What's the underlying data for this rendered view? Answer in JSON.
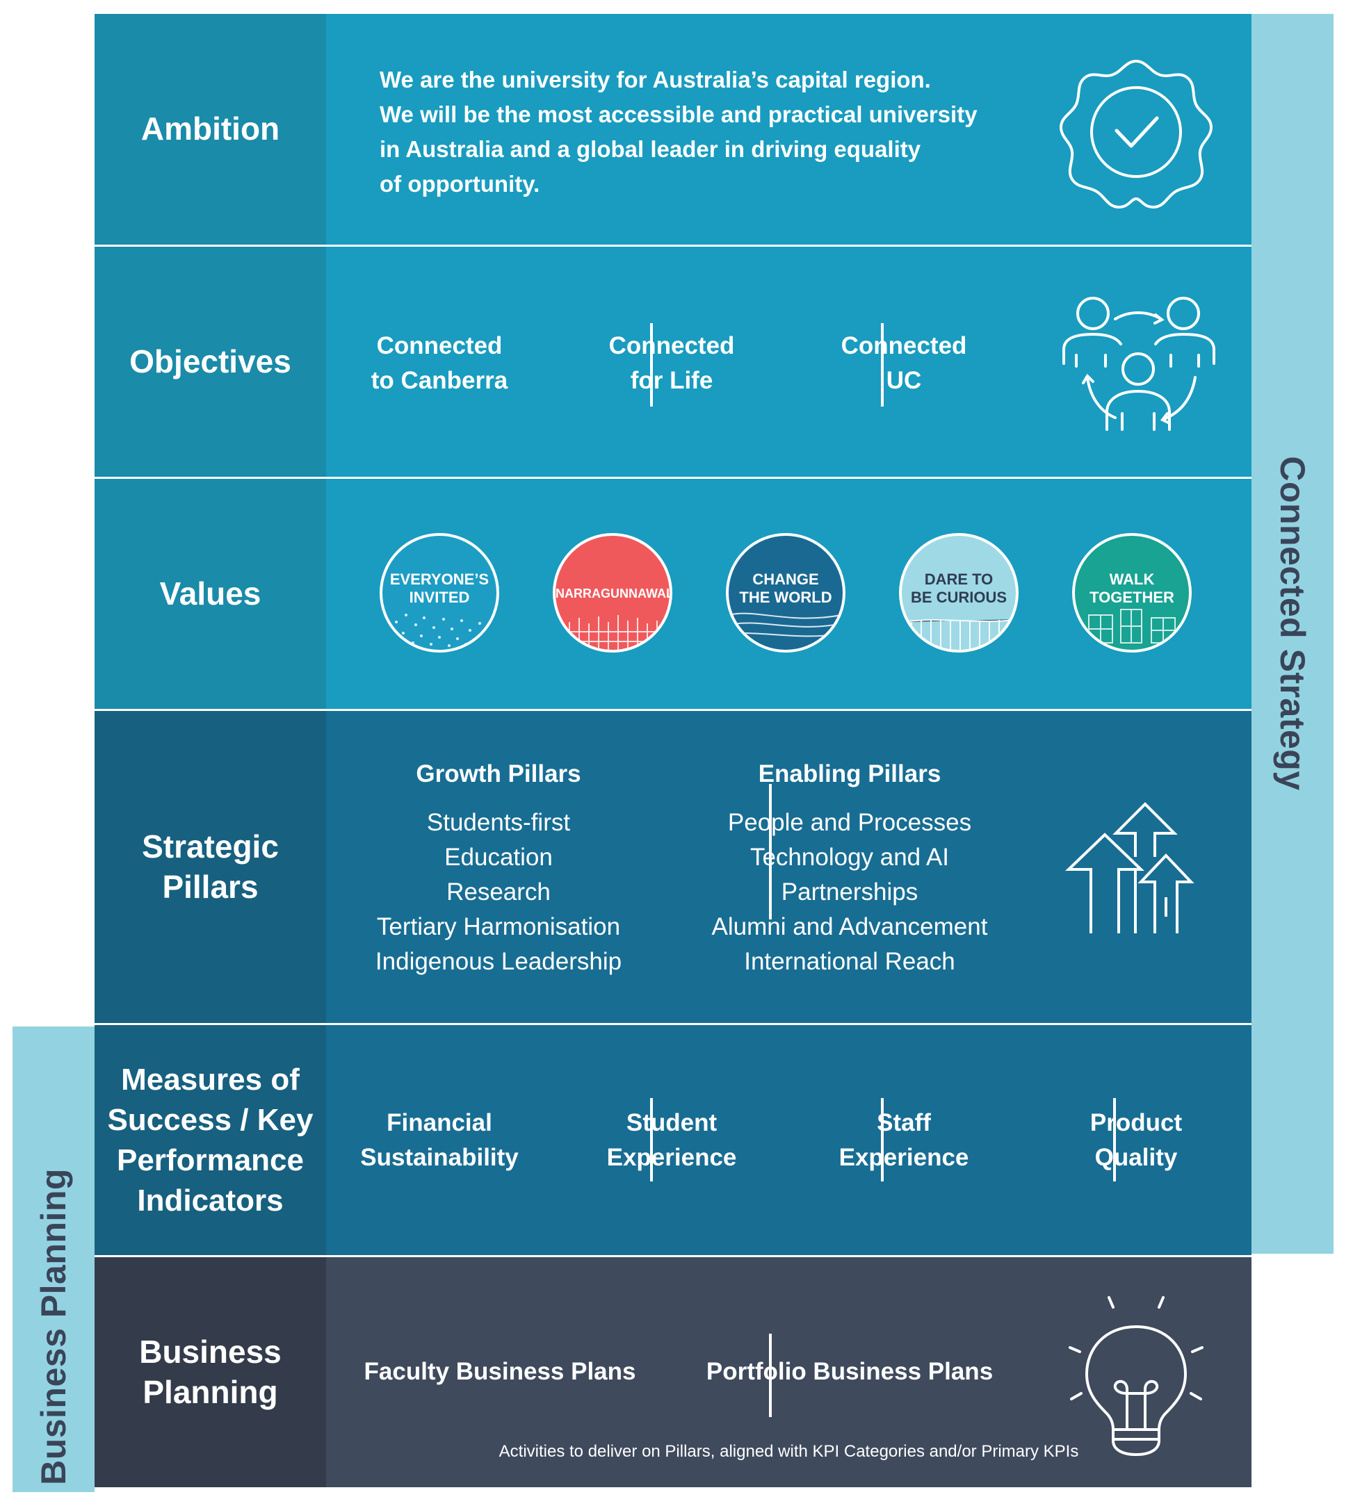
{
  "side_bands": {
    "connected_strategy": "Connected Strategy",
    "business_planning": "Business Planning"
  },
  "rows": {
    "ambition": {
      "label": "Ambition",
      "lines": [
        "We are the university for Australia’s capital region.",
        "We will be the most accessible and practical university",
        "in Australia and a global leader in driving equality",
        "of opportunity."
      ]
    },
    "objectives": {
      "label": "Objectives",
      "items": [
        {
          "line1": "Connected",
          "line2": "to Canberra"
        },
        {
          "line1": "Connected",
          "line2": "for Life"
        },
        {
          "line1": "Connected",
          "line2": "UC"
        }
      ]
    },
    "values": {
      "label": "Values",
      "items": [
        {
          "line1": "EVERYONE’S",
          "line2": "INVITED",
          "color": "#1d9dc4"
        },
        {
          "line1": "NARRAGUNNAWALI",
          "line2": "",
          "color": "#f0595c"
        },
        {
          "line1": "CHANGE",
          "line2": "THE WORLD",
          "color": "#1a6993"
        },
        {
          "line1": "DARE TO",
          "line2": "BE CURIOUS",
          "color": "#9fd9e6"
        },
        {
          "line1": "WALK",
          "line2": "TOGETHER",
          "color": "#18a393"
        }
      ]
    },
    "pillars": {
      "label_line1": "Strategic",
      "label_line2": "Pillars",
      "growth": {
        "title": "Growth Pillars",
        "items": [
          "Students-first",
          "Education",
          "Research",
          "Tertiary Harmonisation",
          "Indigenous Leadership"
        ]
      },
      "enabling": {
        "title": "Enabling Pillars",
        "items": [
          "People and Processes",
          "Technology and AI",
          "Partnerships",
          "Alumni and Advancement",
          "International Reach"
        ]
      }
    },
    "kpi": {
      "label_lines": [
        "Measures of",
        "Success / Key",
        "Performance",
        "Indicators"
      ],
      "items": [
        {
          "line1": "Financial",
          "line2": "Sustainability"
        },
        {
          "line1": "Student",
          "line2": "Experience"
        },
        {
          "line1": "Staff",
          "line2": "Experience"
        },
        {
          "line1": "Product",
          "line2": "Quality"
        }
      ]
    },
    "business": {
      "label_line1": "Business",
      "label_line2": "Planning",
      "items": [
        "Faculty Business Plans",
        "Portfolio Business Plans"
      ],
      "footnote": "Activities to deliver on Pillars, aligned with KPI Categories and/or Primary KPIs"
    }
  },
  "icons": {
    "ambition": "badge-check-icon",
    "objectives": "people-cycle-icon",
    "pillars": "arrows-up-icon",
    "business": "lightbulb-icon"
  },
  "colors": {
    "light_blue_band": "#93d3e1",
    "teal_row": "#199cbf",
    "navy_row": "#186d93",
    "slate_row": "#3f4a5d",
    "band_text": "#3a4458"
  }
}
